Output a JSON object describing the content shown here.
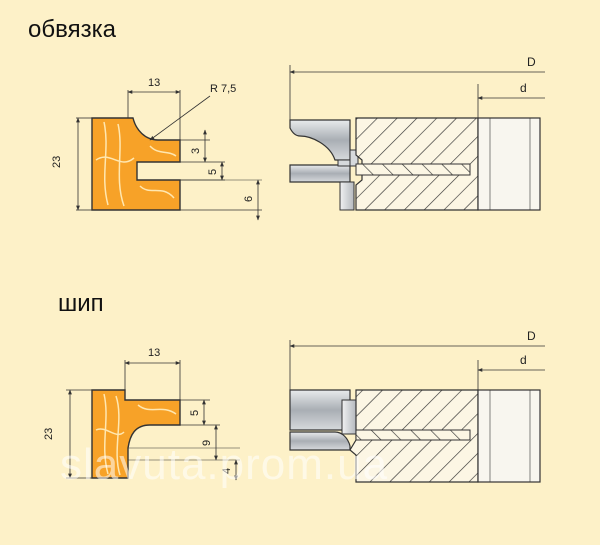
{
  "section1": {
    "title": "обвязка",
    "dims": {
      "width": "13",
      "radius": "R 7,5",
      "height": "23",
      "d3": "3",
      "d5": "5",
      "d6": "6",
      "D": "D",
      "d": "d"
    }
  },
  "section2": {
    "title": "шип",
    "dims": {
      "width": "13",
      "height": "23",
      "d5": "5",
      "d9": "9",
      "d4": "4",
      "D": "D",
      "d": "d"
    }
  },
  "watermark": "slavuta.prom.ua",
  "colors": {
    "background": "#fdf1c8",
    "wood": "#f7a228",
    "grain": "#ffe7b0",
    "metal": "#b8bcc2",
    "line": "#333333"
  }
}
